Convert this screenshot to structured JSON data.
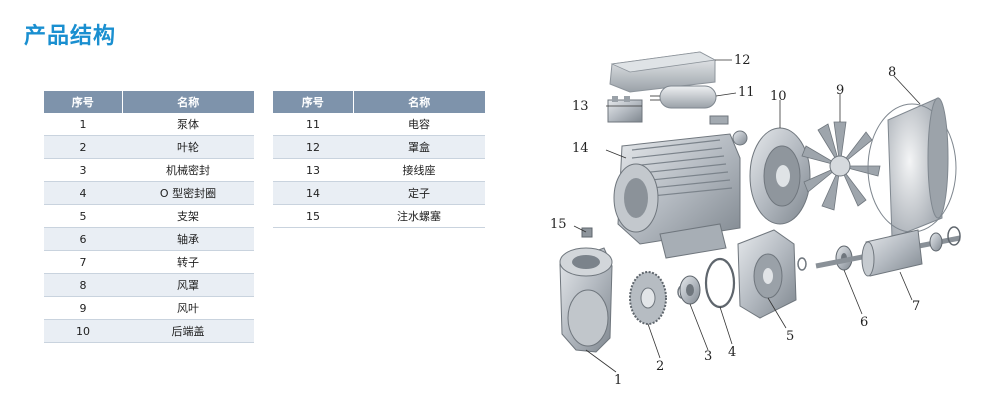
{
  "title": "产品结构",
  "table_left": {
    "headers": [
      "序号",
      "名称"
    ],
    "rows": [
      [
        "1",
        "泵体"
      ],
      [
        "2",
        "叶轮"
      ],
      [
        "3",
        "机械密封"
      ],
      [
        "4",
        "O 型密封圈"
      ],
      [
        "5",
        "支架"
      ],
      [
        "6",
        "轴承"
      ],
      [
        "7",
        "转子"
      ],
      [
        "8",
        "风罩"
      ],
      [
        "9",
        "风叶"
      ],
      [
        "10",
        "后端盖"
      ]
    ]
  },
  "table_right": {
    "headers": [
      "序号",
      "名称"
    ],
    "rows": [
      [
        "11",
        "电容"
      ],
      [
        "12",
        "罩盒"
      ],
      [
        "13",
        "接线座"
      ],
      [
        "14",
        "定子"
      ],
      [
        "15",
        "注水螺塞"
      ]
    ]
  },
  "diagram": {
    "callouts": [
      "1",
      "2",
      "3",
      "4",
      "5",
      "6",
      "7",
      "8",
      "9",
      "10",
      "11",
      "12",
      "13",
      "14",
      "15"
    ]
  }
}
